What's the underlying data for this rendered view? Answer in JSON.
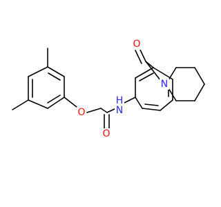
{
  "molecule": {
    "colors": {
      "bond": "#000000",
      "oxygen": "#ff0d0d",
      "nitrogen": "#2a2aff",
      "carbon": "#000000"
    },
    "labels": {
      "ether_oxygen": "O",
      "carbonyl_oxygen_amide": "O",
      "amide_nitrogen": "N",
      "amide_hydrogen": "H",
      "carbonyl_oxygen_ketone": "O",
      "piperidine_nitrogen": "N"
    }
  }
}
